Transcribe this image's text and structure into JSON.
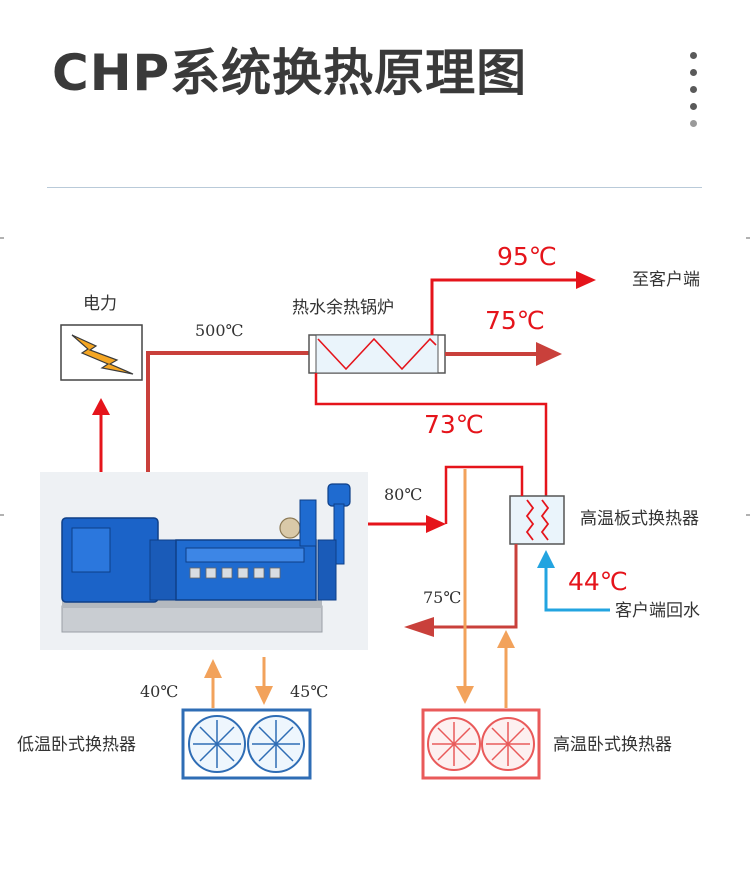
{
  "title": "CHP系统换热原理图",
  "colors": {
    "accent_red": "#e5141b",
    "pipe_red": "#c9403b",
    "pipe_orange": "#f2a25b",
    "pipe_blue": "#23a4e0",
    "low_temp_box": "#2f6db5",
    "high_temp_box": "#e95a5a",
    "engine_blue": "#1b63c8"
  },
  "labels": {
    "power": "电力",
    "boiler": "热水余热锅炉",
    "to_customer": "至客户端",
    "high_temp_plate_hx": "高温板式换热器",
    "customer_return": "客户端回水",
    "low_temp_radiator": "低温卧式换热器",
    "high_temp_radiator": "高温卧式换热器"
  },
  "temperatures": {
    "exhaust": "500℃",
    "supply_95": "95℃",
    "mid_75": "75℃",
    "boiler_in_73": "73℃",
    "jacket_80": "80℃",
    "return_75": "75℃",
    "return_44": "44℃",
    "low_in_40": "40℃",
    "low_out_45": "45℃"
  },
  "icons": {
    "power": "lightning-bolt-icon",
    "fan": "fan-icon",
    "engine": "generator-engine-icon",
    "menu": "vertical-dots-icon"
  }
}
